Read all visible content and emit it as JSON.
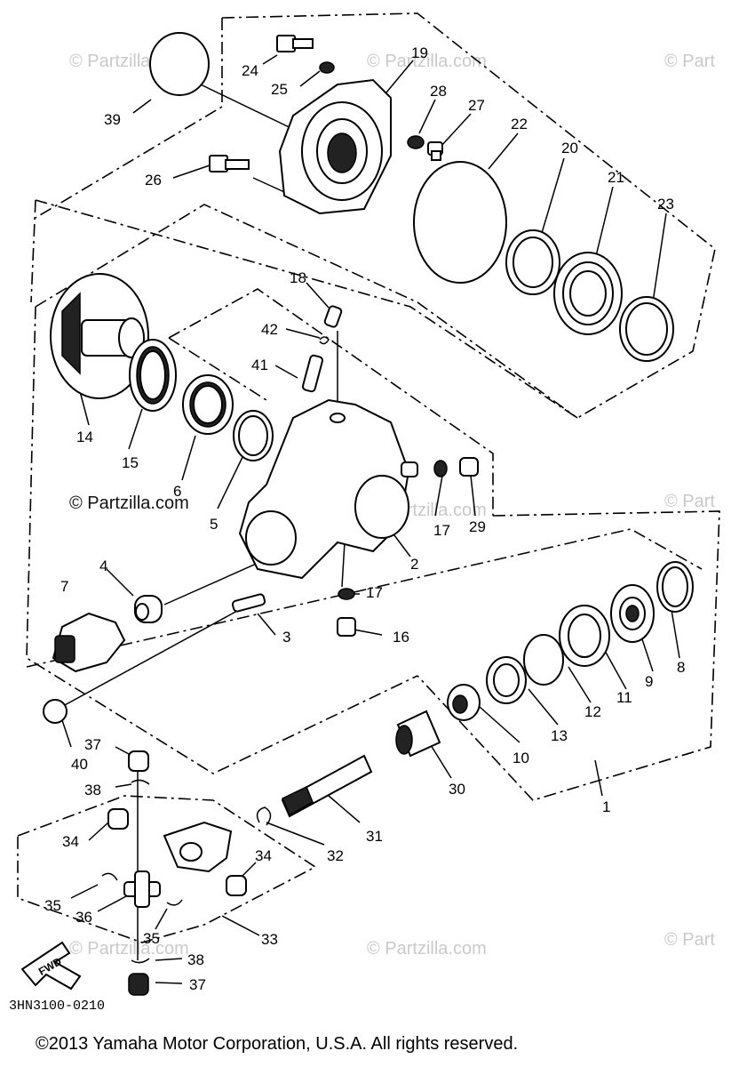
{
  "diagram": {
    "watermark": "© Partzilla.com",
    "watermark_partial": "© Part",
    "code": "3HN3100-0210",
    "fwd_label": "FWD",
    "copyright": "©2013 Yamaha Motor Corporation, U.S.A. All rights reserved.",
    "callouts": [
      "1",
      "2",
      "3",
      "4",
      "5",
      "6",
      "7",
      "8",
      "9",
      "10",
      "11",
      "12",
      "13",
      "14",
      "15",
      "16",
      "17",
      "18",
      "19",
      "20",
      "21",
      "22",
      "23",
      "24",
      "25",
      "26",
      "27",
      "28",
      "29",
      "30",
      "31",
      "32",
      "33",
      "34",
      "35",
      "36",
      "37",
      "38",
      "39",
      "40",
      "41",
      "42"
    ]
  }
}
